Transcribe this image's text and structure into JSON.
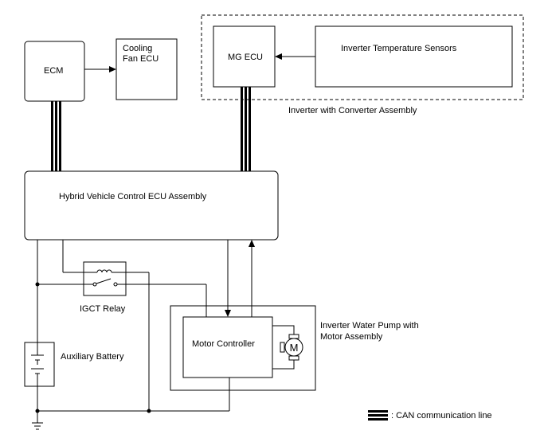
{
  "diagram": {
    "blocks": {
      "ecm": "ECM",
      "cooling_fan_ecu": [
        "Cooling",
        "Fan ECU"
      ],
      "mg_ecu": "MG ECU",
      "inverter_temp_sensors": "Inverter Temperature Sensors",
      "inverter_assembly": "Inverter with Converter Assembly",
      "hv_control_ecu": "Hybrid Vehicle Control ECU Assembly",
      "igct_relay": "IGCT Relay",
      "auxiliary_battery": "Auxiliary Battery",
      "motor_controller": "Motor Controller",
      "motor_symbol": "M",
      "water_pump_assembly": [
        "Inverter Water Pump with",
        "Motor Assembly"
      ]
    },
    "legend": {
      "can_line": ": CAN communication line"
    }
  }
}
